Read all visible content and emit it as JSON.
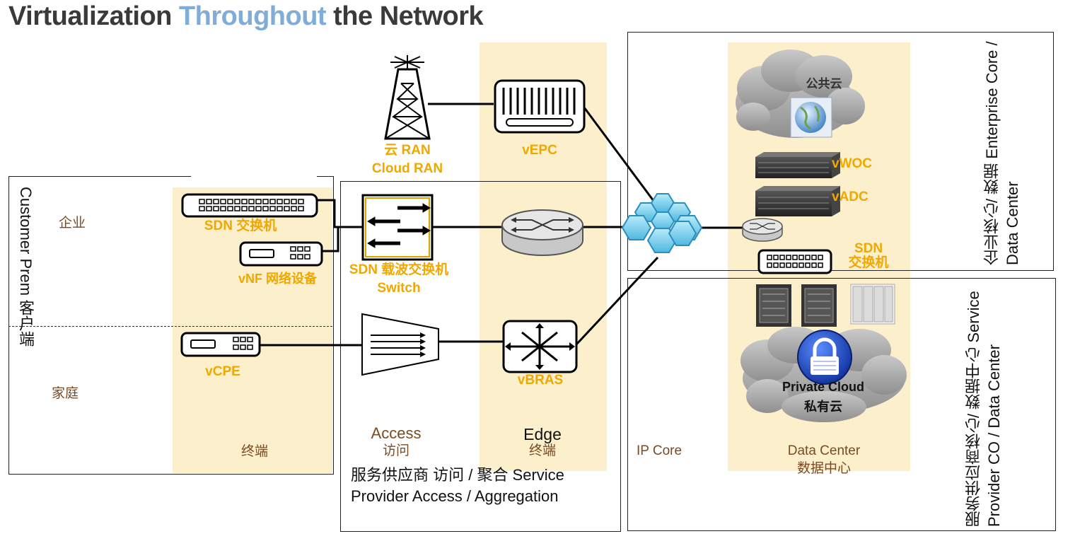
{
  "title": {
    "part1": "Virtualization ",
    "part2": "Throughout",
    "part3": " the Network",
    "accent_color": "#7fadd8"
  },
  "customer": {
    "vertical_label": "Customer Prem 客户端",
    "enterprise": "企业",
    "home": "家庭",
    "terminal": "终端",
    "sdn_switch": "SDN 交换机",
    "vnf": "vNF 网络设备",
    "vcpe": "vCPE"
  },
  "access": {
    "ran_cn": "云 RAN",
    "ran_en": "Cloud RAN",
    "carrier_switch_cn": "SDN 载波交换机",
    "carrier_switch_en": "Switch",
    "title_en": "Access",
    "title_cn": "访问",
    "footer_line1": "服务供应商 访问 / 聚合 Service",
    "footer_line2": "Provider Access / Aggregation"
  },
  "edge": {
    "vepc": "vEPC",
    "vbras": "vBRAS",
    "title_en": "Edge",
    "title_cn": "终端"
  },
  "enterprise_dc": {
    "public_cloud": "公共云",
    "vwoc": "vWOC",
    "vadc": "vADC",
    "sdn_line1": "SDN",
    "sdn_line2": "交换机",
    "vertical_label": "企业核心/ 数据 Enterprise Core / Data Center"
  },
  "sp_dc": {
    "private_cloud_en": "Private Cloud",
    "private_cloud_cn": "私有云",
    "ip_core": "IP Core",
    "dc_en": "Data Center",
    "dc_cn": "数据中心",
    "vertical_label": "服务供应商核心/ 数据中心 Service Provider CO / Data Center"
  },
  "colors": {
    "label_orange": "#f0a800",
    "label_brown": "#7a4a22",
    "band": "#fcefcb",
    "hex_cyan": "#7fd0ee"
  }
}
